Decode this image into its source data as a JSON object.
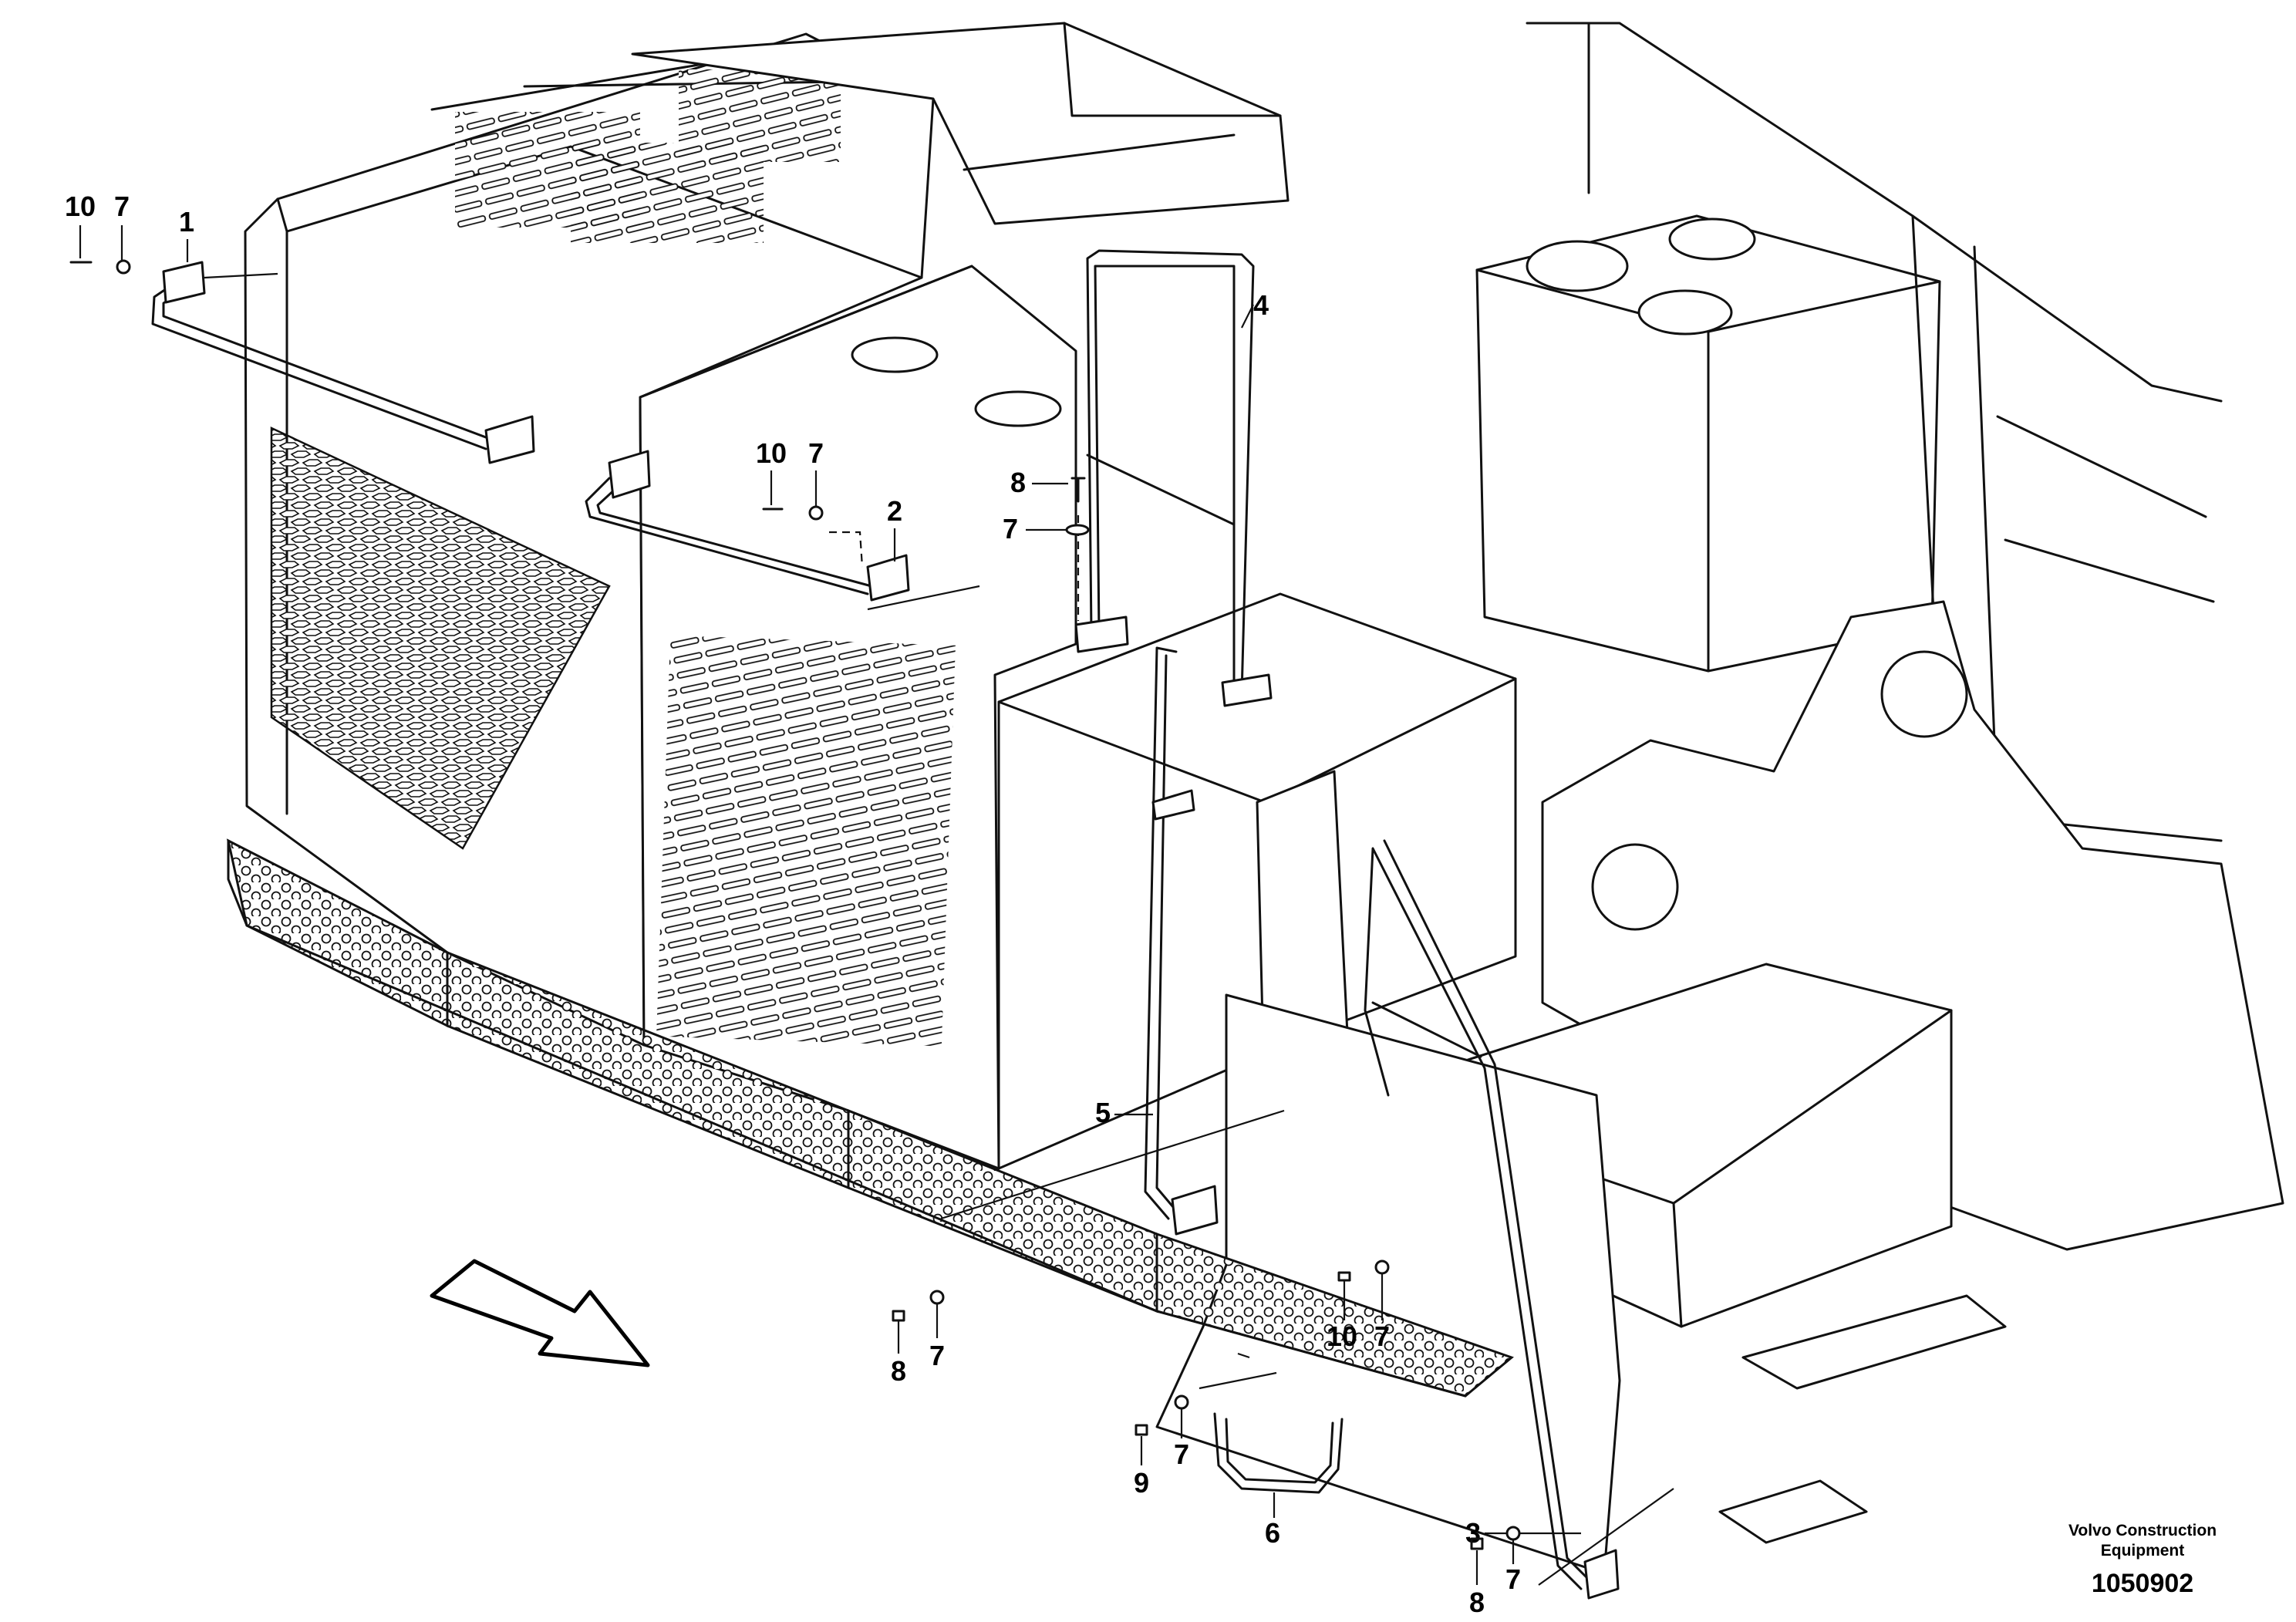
{
  "figure": {
    "brand_line": "Volvo Construction\nEquipment",
    "figure_number": "1050902"
  },
  "callouts": [
    {
      "id": "c1",
      "label": "1"
    },
    {
      "id": "c2",
      "label": "2"
    },
    {
      "id": "c3",
      "label": "3"
    },
    {
      "id": "c4",
      "label": "4"
    },
    {
      "id": "c5",
      "label": "5"
    },
    {
      "id": "c6",
      "label": "6"
    },
    {
      "id": "c7a",
      "label": "7"
    },
    {
      "id": "c7b",
      "label": "7"
    },
    {
      "id": "c7c",
      "label": "7"
    },
    {
      "id": "c7d",
      "label": "7"
    },
    {
      "id": "c7e",
      "label": "7"
    },
    {
      "id": "c7f",
      "label": "7"
    },
    {
      "id": "c7g",
      "label": "7"
    },
    {
      "id": "c8a",
      "label": "8"
    },
    {
      "id": "c8b",
      "label": "8"
    },
    {
      "id": "c8c",
      "label": "8"
    },
    {
      "id": "c9",
      "label": "9"
    },
    {
      "id": "c10a",
      "label": "10"
    },
    {
      "id": "c10b",
      "label": "10"
    },
    {
      "id": "c10c",
      "label": "10"
    }
  ],
  "icons": {
    "direction_arrow": "forward-direction-arrow-icon"
  }
}
